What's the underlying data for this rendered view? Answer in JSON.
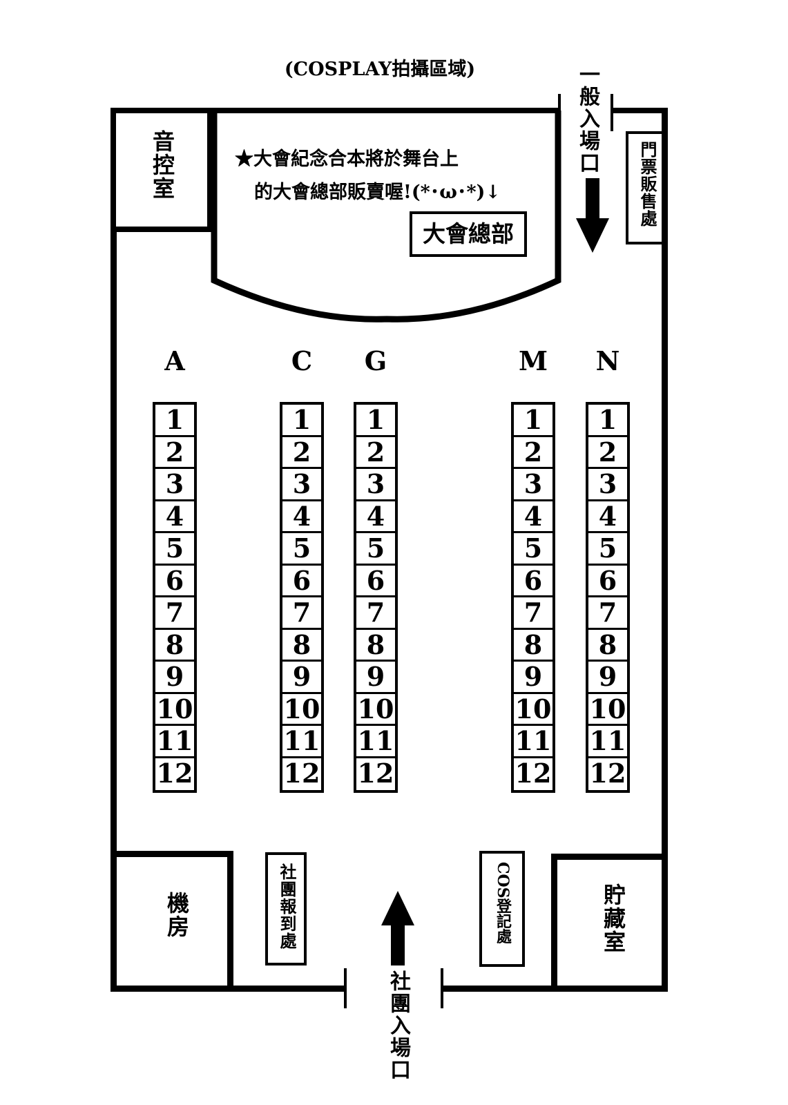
{
  "header": {
    "cosplay_area": "(COSPLAY拍攝區域)"
  },
  "entrances": {
    "general": "一般入場口",
    "club": "社團入場口"
  },
  "rooms": {
    "sound_room": "音控室",
    "ticket_booth": "門票販售處",
    "machine_room": "機房",
    "club_checkin": "社團報到處",
    "cos_registration": "COS登記處",
    "storage": "貯藏室"
  },
  "stage": {
    "note_line1": "★大會紀念合本將於舞台上",
    "note_line2": "的大會總部販賣喔!(*･ω･*)↓",
    "hq_label": "大會總部"
  },
  "booth_columns": [
    {
      "letter": "A",
      "numbers": [
        "1",
        "2",
        "3",
        "4",
        "5",
        "6",
        "7",
        "8",
        "9",
        "10",
        "11",
        "12"
      ]
    },
    {
      "letter": "C",
      "numbers": [
        "1",
        "2",
        "3",
        "4",
        "5",
        "6",
        "7",
        "8",
        "9",
        "10",
        "11",
        "12"
      ]
    },
    {
      "letter": "G",
      "numbers": [
        "1",
        "2",
        "3",
        "4",
        "5",
        "6",
        "7",
        "8",
        "9",
        "10",
        "11",
        "12"
      ]
    },
    {
      "letter": "M",
      "numbers": [
        "1",
        "2",
        "3",
        "4",
        "5",
        "6",
        "7",
        "8",
        "9",
        "10",
        "11",
        "12"
      ]
    },
    {
      "letter": "N",
      "numbers": [
        "1",
        "2",
        "3",
        "4",
        "5",
        "6",
        "7",
        "8",
        "9",
        "10",
        "11",
        "12"
      ]
    }
  ]
}
